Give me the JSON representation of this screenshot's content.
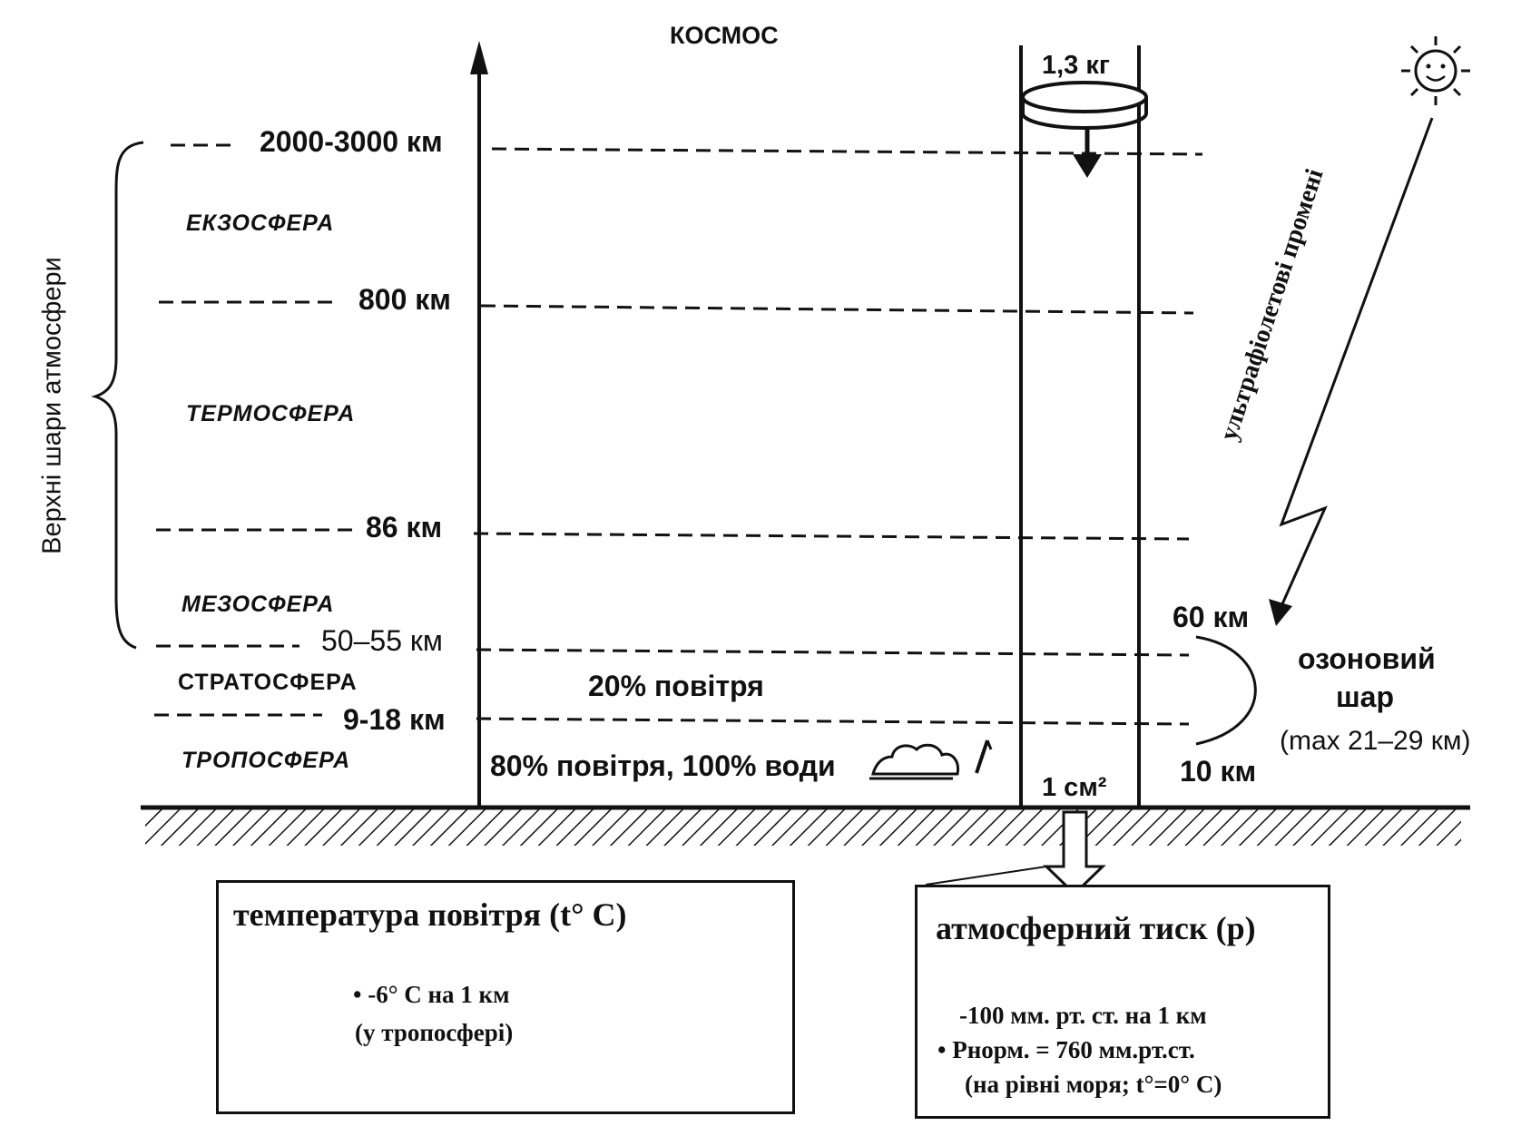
{
  "space_label": "КОСМОС",
  "column_weight": "1,3 кг",
  "column_area": "1 см²",
  "upper_layers_label": "Верхні шари атмосфери",
  "uv_rays_label": "ультрафіолетові промені",
  "layers": {
    "exosphere": "ЕКЗОСФЕРА",
    "thermosphere": "ТЕРМОСФЕРА",
    "mesosphere": "МЕЗОСФЕРА",
    "stratosphere": "СТРАТОСФЕРА",
    "troposphere": "ТРОПОСФЕРА"
  },
  "altitudes": {
    "exosphere_top": "2000-3000 км",
    "thermosphere_top": "800 км",
    "mesosphere_top": "86 км",
    "stratosphere_top": "50–55 км",
    "troposphere_top": "9-18 км"
  },
  "air_shares": {
    "stratosphere": "20% повітря",
    "troposphere": "80% повітря, 100% води"
  },
  "ozone": {
    "top": "60 км",
    "bottom": "10 км",
    "label_line1": "озоновий",
    "label_line2": "шар",
    "max": "(max 21–29 км)"
  },
  "temperature_box": {
    "title": "температура повітря (t° C)",
    "line1": "• -6° С на 1 км",
    "line2": "(у тропосфері)"
  },
  "pressure_box": {
    "title": "атмосферний тиск (р)",
    "line1": "-100 мм. рт. ст. на 1 км",
    "line2": "• Рнорм. = 760 мм.рт.ст.",
    "line3": "(на рівні моря; t°=0° С)"
  }
}
